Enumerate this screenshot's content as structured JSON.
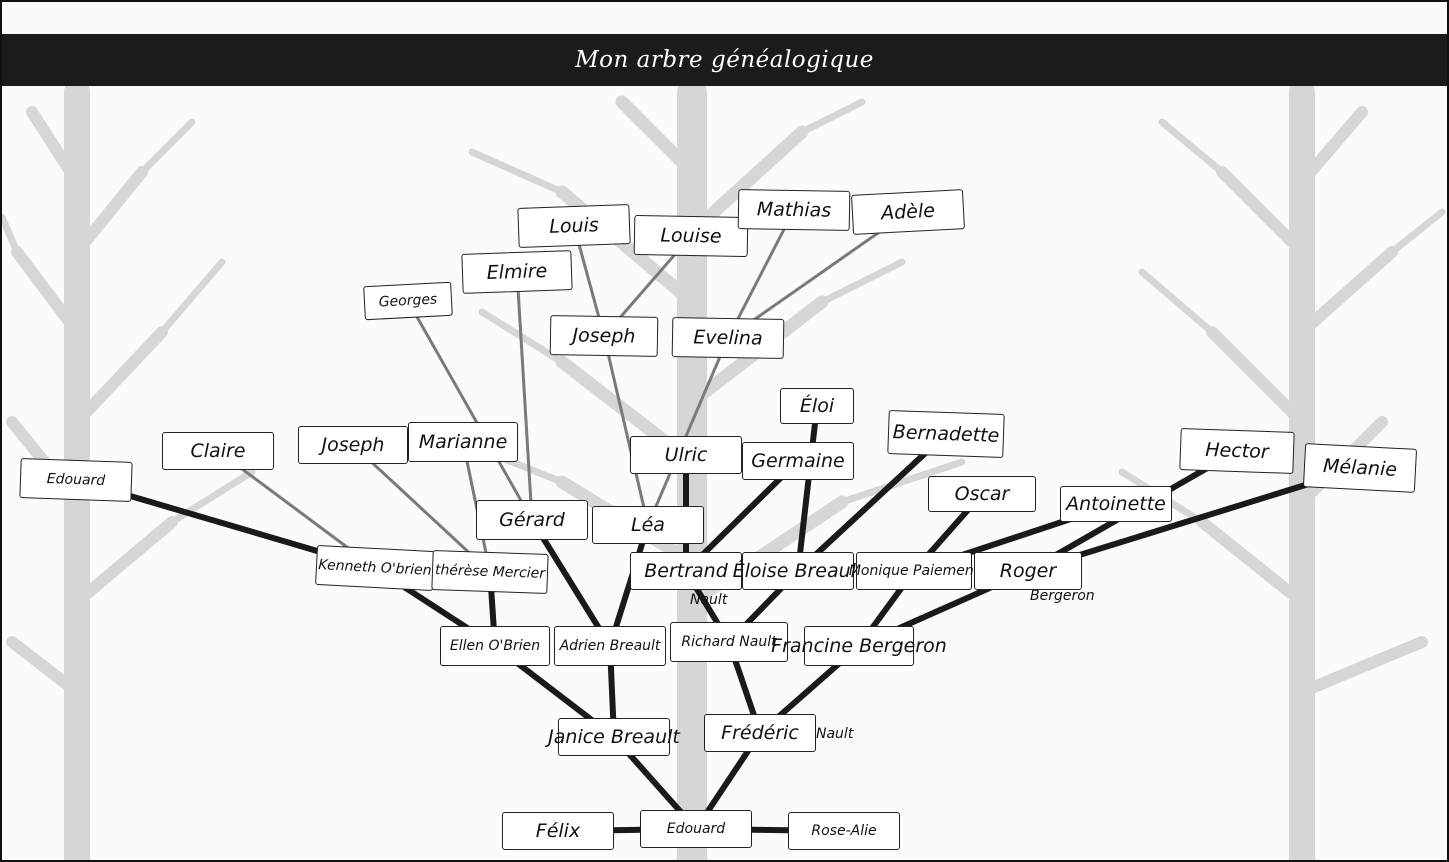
{
  "header": {
    "title": "Mon arbre généalogique"
  },
  "people": [
    {
      "id": "louis",
      "name": "Louis"
    },
    {
      "id": "louise",
      "name": "Louise"
    },
    {
      "id": "mathias",
      "name": "Mathias"
    },
    {
      "id": "adele",
      "name": "Adèle"
    },
    {
      "id": "elmire",
      "name": "Elmire"
    },
    {
      "id": "georges",
      "name": "Georges"
    },
    {
      "id": "joseph-top",
      "name": "Joseph"
    },
    {
      "id": "evelina",
      "name": "Evelina"
    },
    {
      "id": "eloi",
      "name": "Éloi"
    },
    {
      "id": "bernadette",
      "name": "Bernadette"
    },
    {
      "id": "hector",
      "name": "Hector"
    },
    {
      "id": "melanie",
      "name": "Mélanie"
    },
    {
      "id": "edouard-left",
      "name": "Edouard"
    },
    {
      "id": "claire",
      "name": "Claire"
    },
    {
      "id": "joseph-left",
      "name": "Joseph"
    },
    {
      "id": "marianne",
      "name": "Marianne"
    },
    {
      "id": "ulric",
      "name": "Ulric"
    },
    {
      "id": "germaine",
      "name": "Germaine"
    },
    {
      "id": "oscar",
      "name": "Oscar"
    },
    {
      "id": "antoinette",
      "name": "Antoinette"
    },
    {
      "id": "gerard",
      "name": "Gérard"
    },
    {
      "id": "lea",
      "name": "Léa"
    },
    {
      "id": "kenneth",
      "name": "Kenneth O'brien"
    },
    {
      "id": "therese",
      "name": "thérèse Mercier"
    },
    {
      "id": "bertrand",
      "name": "Bertrand"
    },
    {
      "id": "eloise",
      "name": "Éloise Breault"
    },
    {
      "id": "monique",
      "name": "Monique Paiement"
    },
    {
      "id": "roger",
      "name": "Roger"
    },
    {
      "id": "ellen",
      "name": "Ellen O'Brien"
    },
    {
      "id": "adrien",
      "name": "Adrien Breault"
    },
    {
      "id": "richard",
      "name": "Richard Nault"
    },
    {
      "id": "francine",
      "name": "Francine Bergeron"
    },
    {
      "id": "janice",
      "name": "Janice Breault"
    },
    {
      "id": "frederic",
      "name": "Frédéric"
    },
    {
      "id": "felix",
      "name": "Félix"
    },
    {
      "id": "edouard-child",
      "name": "Edouard"
    },
    {
      "id": "rose-alie",
      "name": "Rose-Alie"
    }
  ],
  "tags": {
    "bertrand": "Nault",
    "roger": "Bergeron",
    "frederic": "Nault"
  },
  "links": [
    [
      "louis",
      "joseph-top"
    ],
    [
      "louise",
      "joseph-top"
    ],
    [
      "mathias",
      "evelina"
    ],
    [
      "adele",
      "evelina"
    ],
    [
      "joseph-top",
      "lea"
    ],
    [
      "evelina",
      "lea"
    ],
    [
      "elmire",
      "gerard"
    ],
    [
      "georges",
      "gerard"
    ],
    [
      "claire",
      "kenneth"
    ],
    [
      "edouard-left",
      "kenneth"
    ],
    [
      "joseph-left",
      "therese"
    ],
    [
      "marianne",
      "therese"
    ],
    [
      "ulric",
      "bertrand"
    ],
    [
      "germaine",
      "bertrand"
    ],
    [
      "eloi",
      "eloise"
    ],
    [
      "bernadette",
      "eloise"
    ],
    [
      "oscar",
      "monique"
    ],
    [
      "antoinette",
      "monique"
    ],
    [
      "hector",
      "roger"
    ],
    [
      "melanie",
      "roger"
    ],
    [
      "kenneth",
      "ellen"
    ],
    [
      "therese",
      "ellen"
    ],
    [
      "gerard",
      "adrien"
    ],
    [
      "lea",
      "adrien"
    ],
    [
      "bertrand",
      "richard"
    ],
    [
      "eloise",
      "richard"
    ],
    [
      "monique",
      "francine"
    ],
    [
      "roger",
      "francine"
    ],
    [
      "ellen",
      "janice"
    ],
    [
      "adrien",
      "janice"
    ],
    [
      "richard",
      "frederic"
    ],
    [
      "francine",
      "frederic"
    ],
    [
      "janice",
      "edouard-child"
    ],
    [
      "frederic",
      "edouard-child"
    ],
    [
      "felix",
      "edouard-child"
    ],
    [
      "rose-alie",
      "edouard-child"
    ]
  ]
}
